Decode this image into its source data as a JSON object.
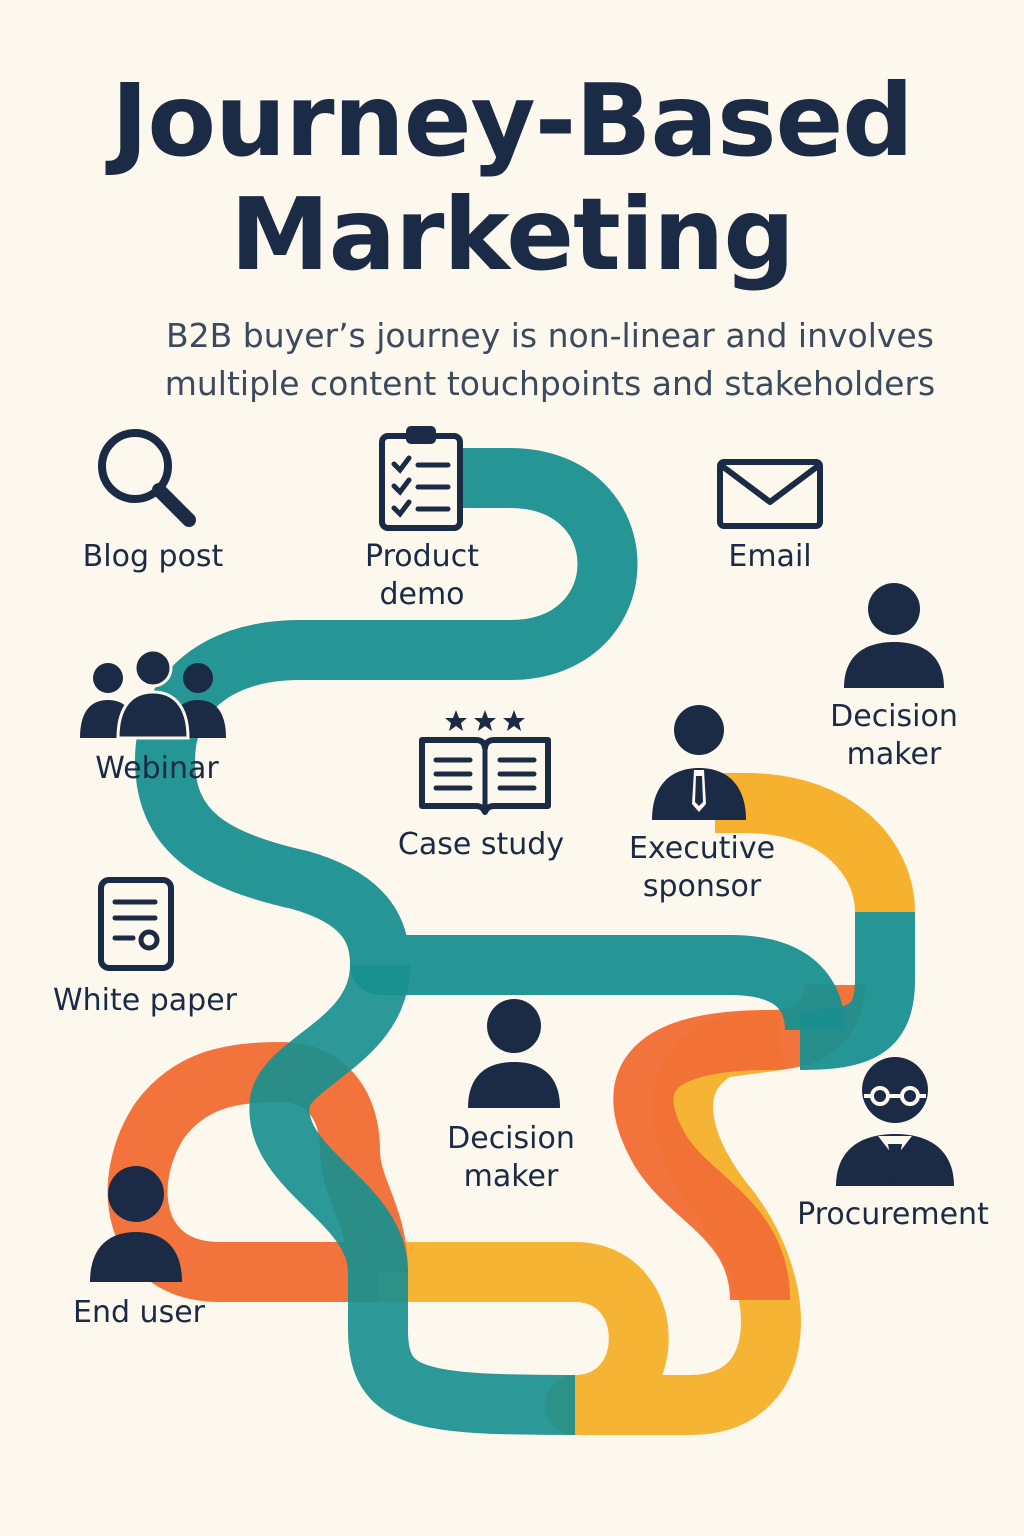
{
  "header": {
    "title_line1": "Journey-Based",
    "title_line2": "Marketing",
    "subtitle_line1": "B2B buyer’s journey is non-linear and involves",
    "subtitle_line2": "multiple content touchpoints and stakeholders"
  },
  "touchpoints": {
    "blog_post": "Blog post",
    "product_demo_line1": "Product",
    "product_demo_line2": "demo",
    "email": "Email",
    "webinar": "Webinar",
    "case_study": "Case study",
    "white_paper": "White paper"
  },
  "stakeholders": {
    "decision_maker_top_line1": "Decision",
    "decision_maker_top_line2": "maker",
    "executive_sponsor_line1": "Executive",
    "executive_sponsor_line2": "sponsor",
    "decision_maker_mid_line1": "Decision",
    "decision_maker_mid_line2": "maker",
    "procurement": "Procurement",
    "end_user": "End user"
  },
  "colors": {
    "background": "#fdf8ee",
    "navy": "#1b2a45",
    "teal": "#1a8f8f",
    "orange": "#f26e35",
    "yellow": "#f6b22e"
  }
}
